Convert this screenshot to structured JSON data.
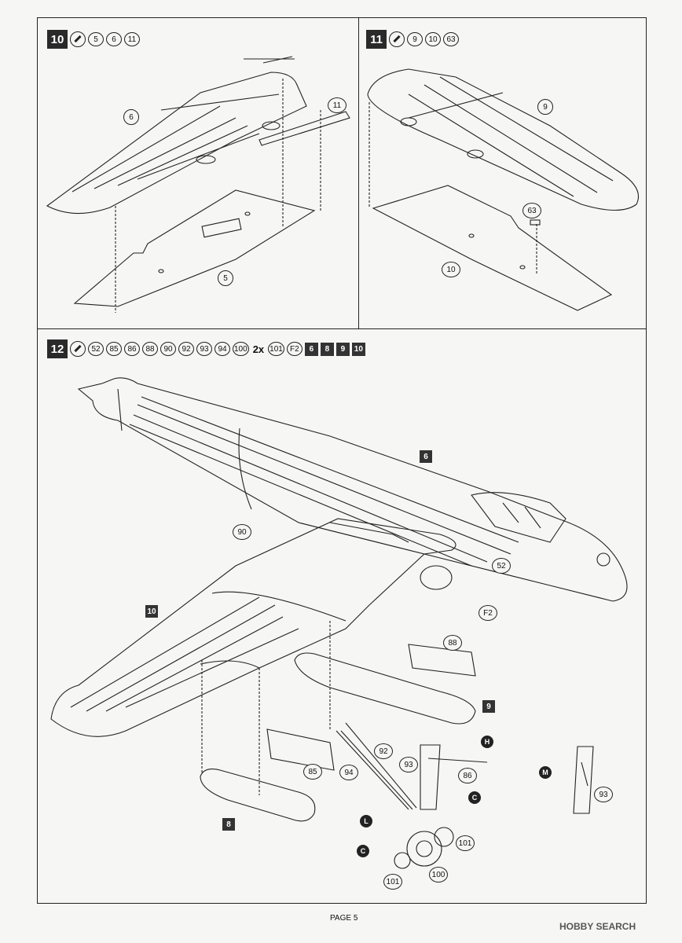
{
  "step10": {
    "number": "10",
    "parts": [
      "5",
      "6",
      "11"
    ],
    "callouts": {
      "wing_top": "6",
      "wing_bottom": "5",
      "rod": "11"
    }
  },
  "step11": {
    "number": "11",
    "parts": [
      "9",
      "10",
      "63"
    ],
    "callouts": {
      "wing_top": "9",
      "wing_bottom": "10",
      "small_part": "63"
    }
  },
  "step12": {
    "number": "12",
    "parts": [
      "52",
      "85",
      "86",
      "88",
      "90",
      "92",
      "93",
      "94",
      "100"
    ],
    "multiplier": "2x",
    "multi_parts": [
      "101",
      "F2"
    ],
    "subassemblies": [
      "6",
      "8",
      "9",
      "10"
    ],
    "callouts": {
      "p90": "90",
      "p52": "52",
      "pF2": "F2",
      "p88": "88",
      "p92": "92",
      "p93": "93",
      "p94": "94",
      "p85": "85",
      "p86": "86",
      "p101a": "101",
      "p101b": "101",
      "p100": "100",
      "p93b": "93"
    },
    "tags": {
      "fuselage": "6",
      "wing": "10",
      "nacelle_right": "9",
      "nacelle_left": "8"
    },
    "tools": {
      "H": "H",
      "C1": "C",
      "L": "L",
      "C2": "C",
      "M": "M"
    }
  },
  "footer": {
    "page": "PAGE 5",
    "watermark": "HOBBY SEARCH"
  }
}
